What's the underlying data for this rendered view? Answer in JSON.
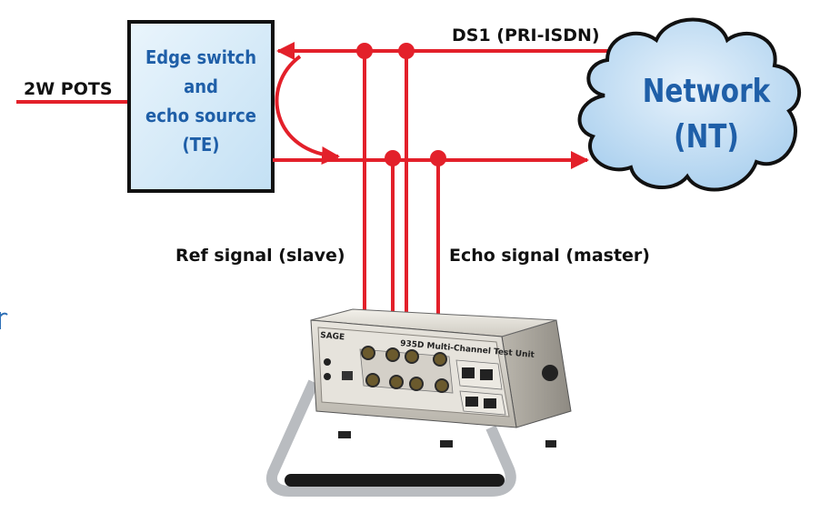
{
  "labels": {
    "pots": "2W POTS",
    "ds1": "DS1 (PRI-ISDN)",
    "ref_signal": "Ref signal (slave)",
    "echo_signal": "Echo signal (master)",
    "edge_line1": "Edge switch",
    "edge_line2": "and",
    "edge_line3": "echo source",
    "edge_line4": "(TE)",
    "network_line1": "Network",
    "network_line2": "(NT)",
    "device_brand": "SAGE",
    "device_title": "935D Multi-Channel Test Unit"
  },
  "colors": {
    "line": "#e3202a",
    "box_fill": "#d8ecf8",
    "box_text": "#1f5fa8",
    "cloud_fill": "#c6e0f5",
    "cloud_stroke": "#111111"
  }
}
